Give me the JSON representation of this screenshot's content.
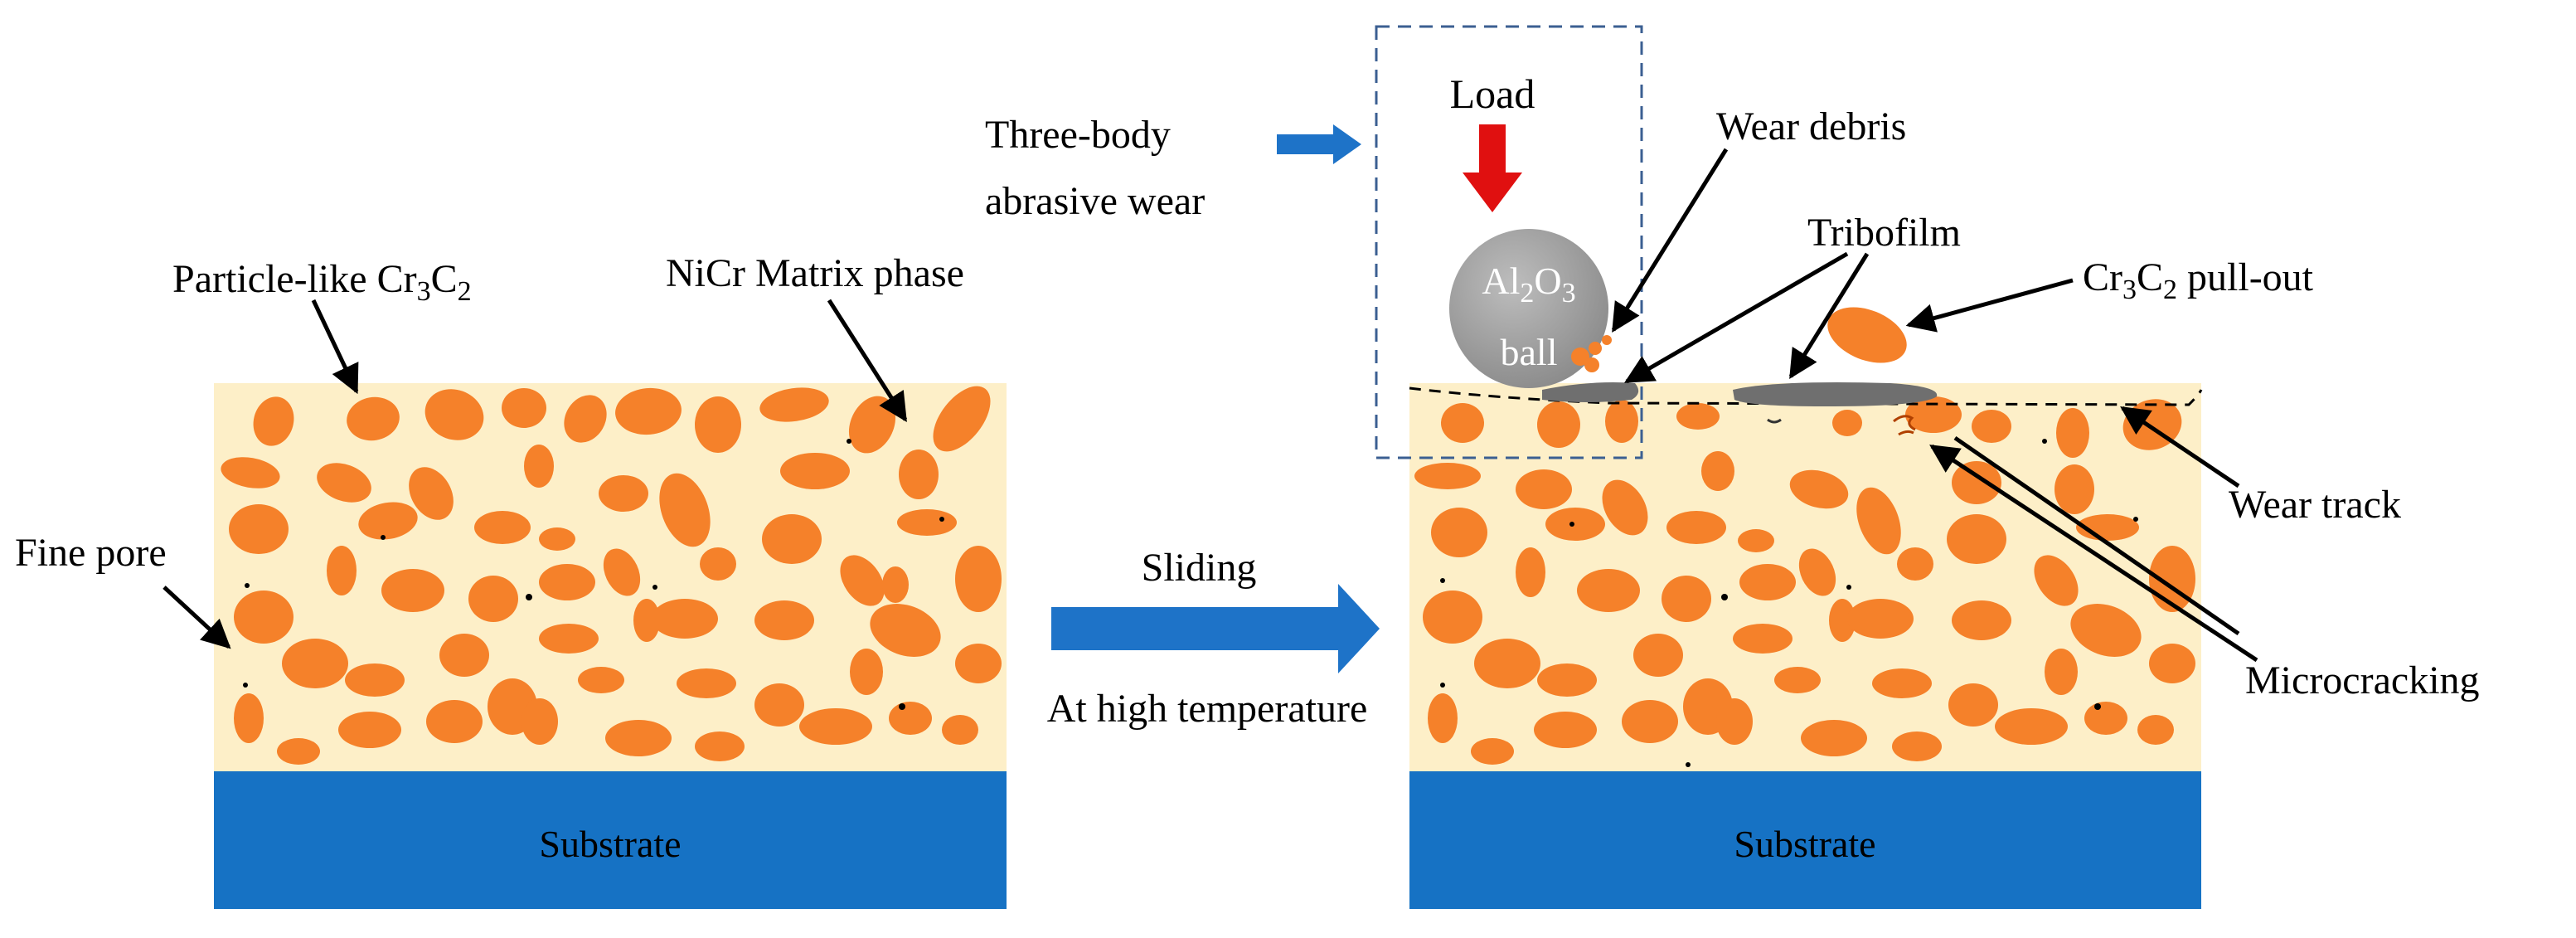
{
  "left_panel": {
    "substrate_label": "Substrate",
    "particle_label_main": "Particle-like Cr",
    "particle_sub1": "3",
    "particle_mid": "C",
    "particle_sub2": "2",
    "matrix_label": "NiCr Matrix phase",
    "pore_label": "Fine pore"
  },
  "process": {
    "sliding_label": "Sliding",
    "temperature_label": "At high temperature"
  },
  "right_panel": {
    "substrate_label": "Substrate",
    "load_label": "Load",
    "three_body_line1": "Three-body",
    "three_body_line2": "abrasive wear",
    "ball_line1_a": "Al",
    "ball_line1_sub1": "2",
    "ball_line1_b": "O",
    "ball_line1_sub2": "3",
    "ball_line2": "ball",
    "wear_debris_label": "Wear debris",
    "tribofilm_label": "Tribofilm",
    "pullout_a": "Cr",
    "pullout_sub1": "3",
    "pullout_b": "C",
    "pullout_sub2": "2",
    "pullout_c": " pull-out",
    "wear_track_label": "Wear track",
    "microcracking_label": "Microcracking"
  },
  "colors": {
    "coating": "#FDEFC8",
    "particle": "#F5812A",
    "substrate": "#1672C4",
    "arrow_blue": "#1E73C8",
    "load_red": "#E01010",
    "ball_gray": "#9A9A9A",
    "tribofilm": "#6F6F6F",
    "dash_box": "#3B5F92"
  }
}
